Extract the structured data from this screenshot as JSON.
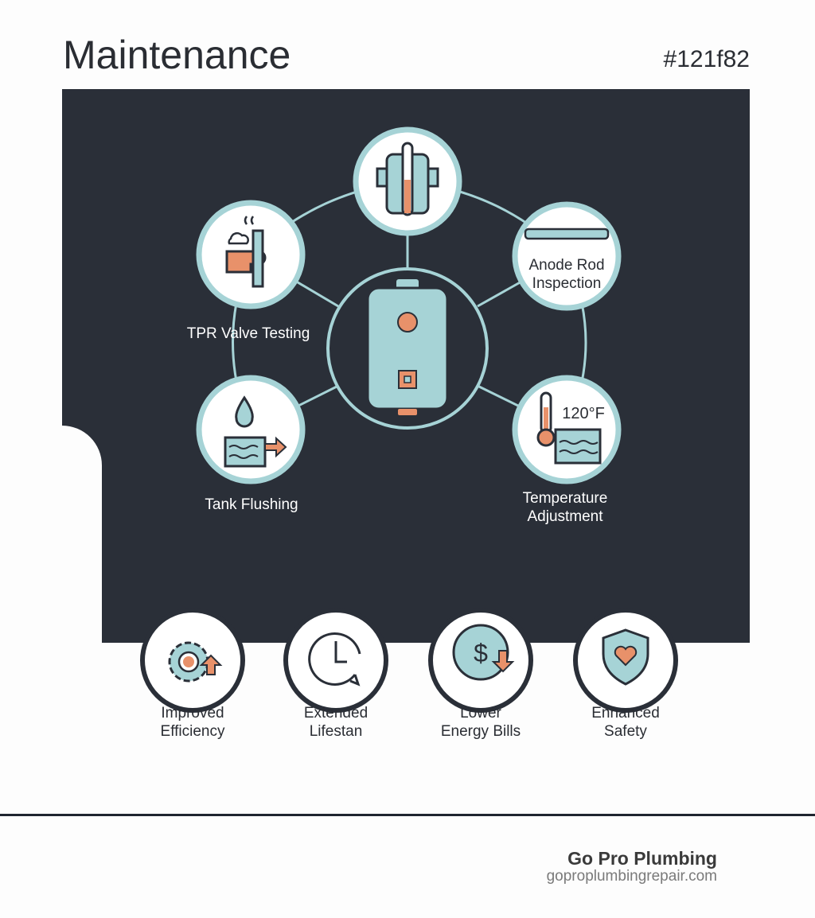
{
  "header": {
    "title": "Maintenance",
    "code": "#121f82"
  },
  "colors": {
    "panel": "#2a2f38",
    "teal": "#a6d3d6",
    "orange": "#e8916a",
    "ring": "#a6d3d6"
  },
  "tasks": [
    {
      "label": "TPR Valve Testing",
      "icon": "hand-wrench-icon"
    },
    {
      "label": "Anode Rod Inspection",
      "line1": "Anode Rod",
      "line2": "Inspection",
      "icon": "anode-rod-icon"
    },
    {
      "label": "Tank Flushing",
      "icon": "water-drop-tank-icon"
    },
    {
      "label": "Temperature Adjustment",
      "line1": "Temperature",
      "line2": "Adjustment",
      "temp": "120°F",
      "icon": "thermometer-icon"
    }
  ],
  "center": {
    "icon": "water-heater-icon"
  },
  "top_node": {
    "icon": "heating-element-icon"
  },
  "benefits": [
    {
      "line1": "Improved",
      "line2": "Efficiency",
      "icon": "gear-up-icon"
    },
    {
      "line1": "Extended",
      "line2": "Lifestan",
      "icon": "clock-icon"
    },
    {
      "line1": "Lower",
      "line2": "Energy Bills",
      "icon": "dollar-down-icon"
    },
    {
      "line1": "Enhanced",
      "line2": "Safety",
      "icon": "shield-heart-icon"
    }
  ],
  "footer": {
    "brand": "Go Pro Plumbing",
    "url": "goproplumbingrepair.com"
  }
}
